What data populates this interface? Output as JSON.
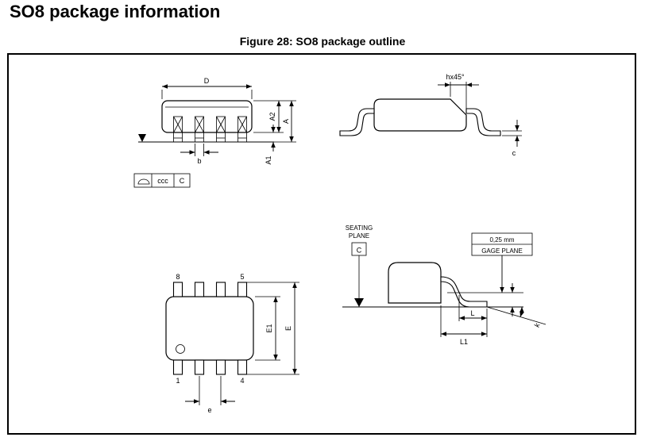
{
  "page": {
    "title": "SO8 package information",
    "figure_caption": "Figure 28: SO8 package outline"
  },
  "colors": {
    "line": "#000000",
    "background": "#ffffff"
  },
  "figure": {
    "side_view": {
      "dim_d": "D",
      "dim_a": "A",
      "dim_a2": "A2",
      "dim_a1": "A1",
      "dim_b": "b",
      "flatness_tolerance": "ccc",
      "flatness_datum": "C"
    },
    "end_view": {
      "dim_chamfer": "hx45°",
      "dim_c": "c"
    },
    "top_view": {
      "pin_top_left": "8",
      "pin_top_right": "5",
      "pin_bottom_left": "1",
      "pin_bottom_right": "4",
      "dim_e1": "E1",
      "dim_e": "E",
      "dim_pitch": "e"
    },
    "detail_view": {
      "seating_plane_line1": "SEATING",
      "seating_plane_line2": "PLANE",
      "datum": "C",
      "gage_offset": "0,25 mm",
      "gage_label": "GAGE PLANE",
      "dim_l": "L",
      "dim_l1": "L1",
      "dim_k": "k"
    }
  }
}
